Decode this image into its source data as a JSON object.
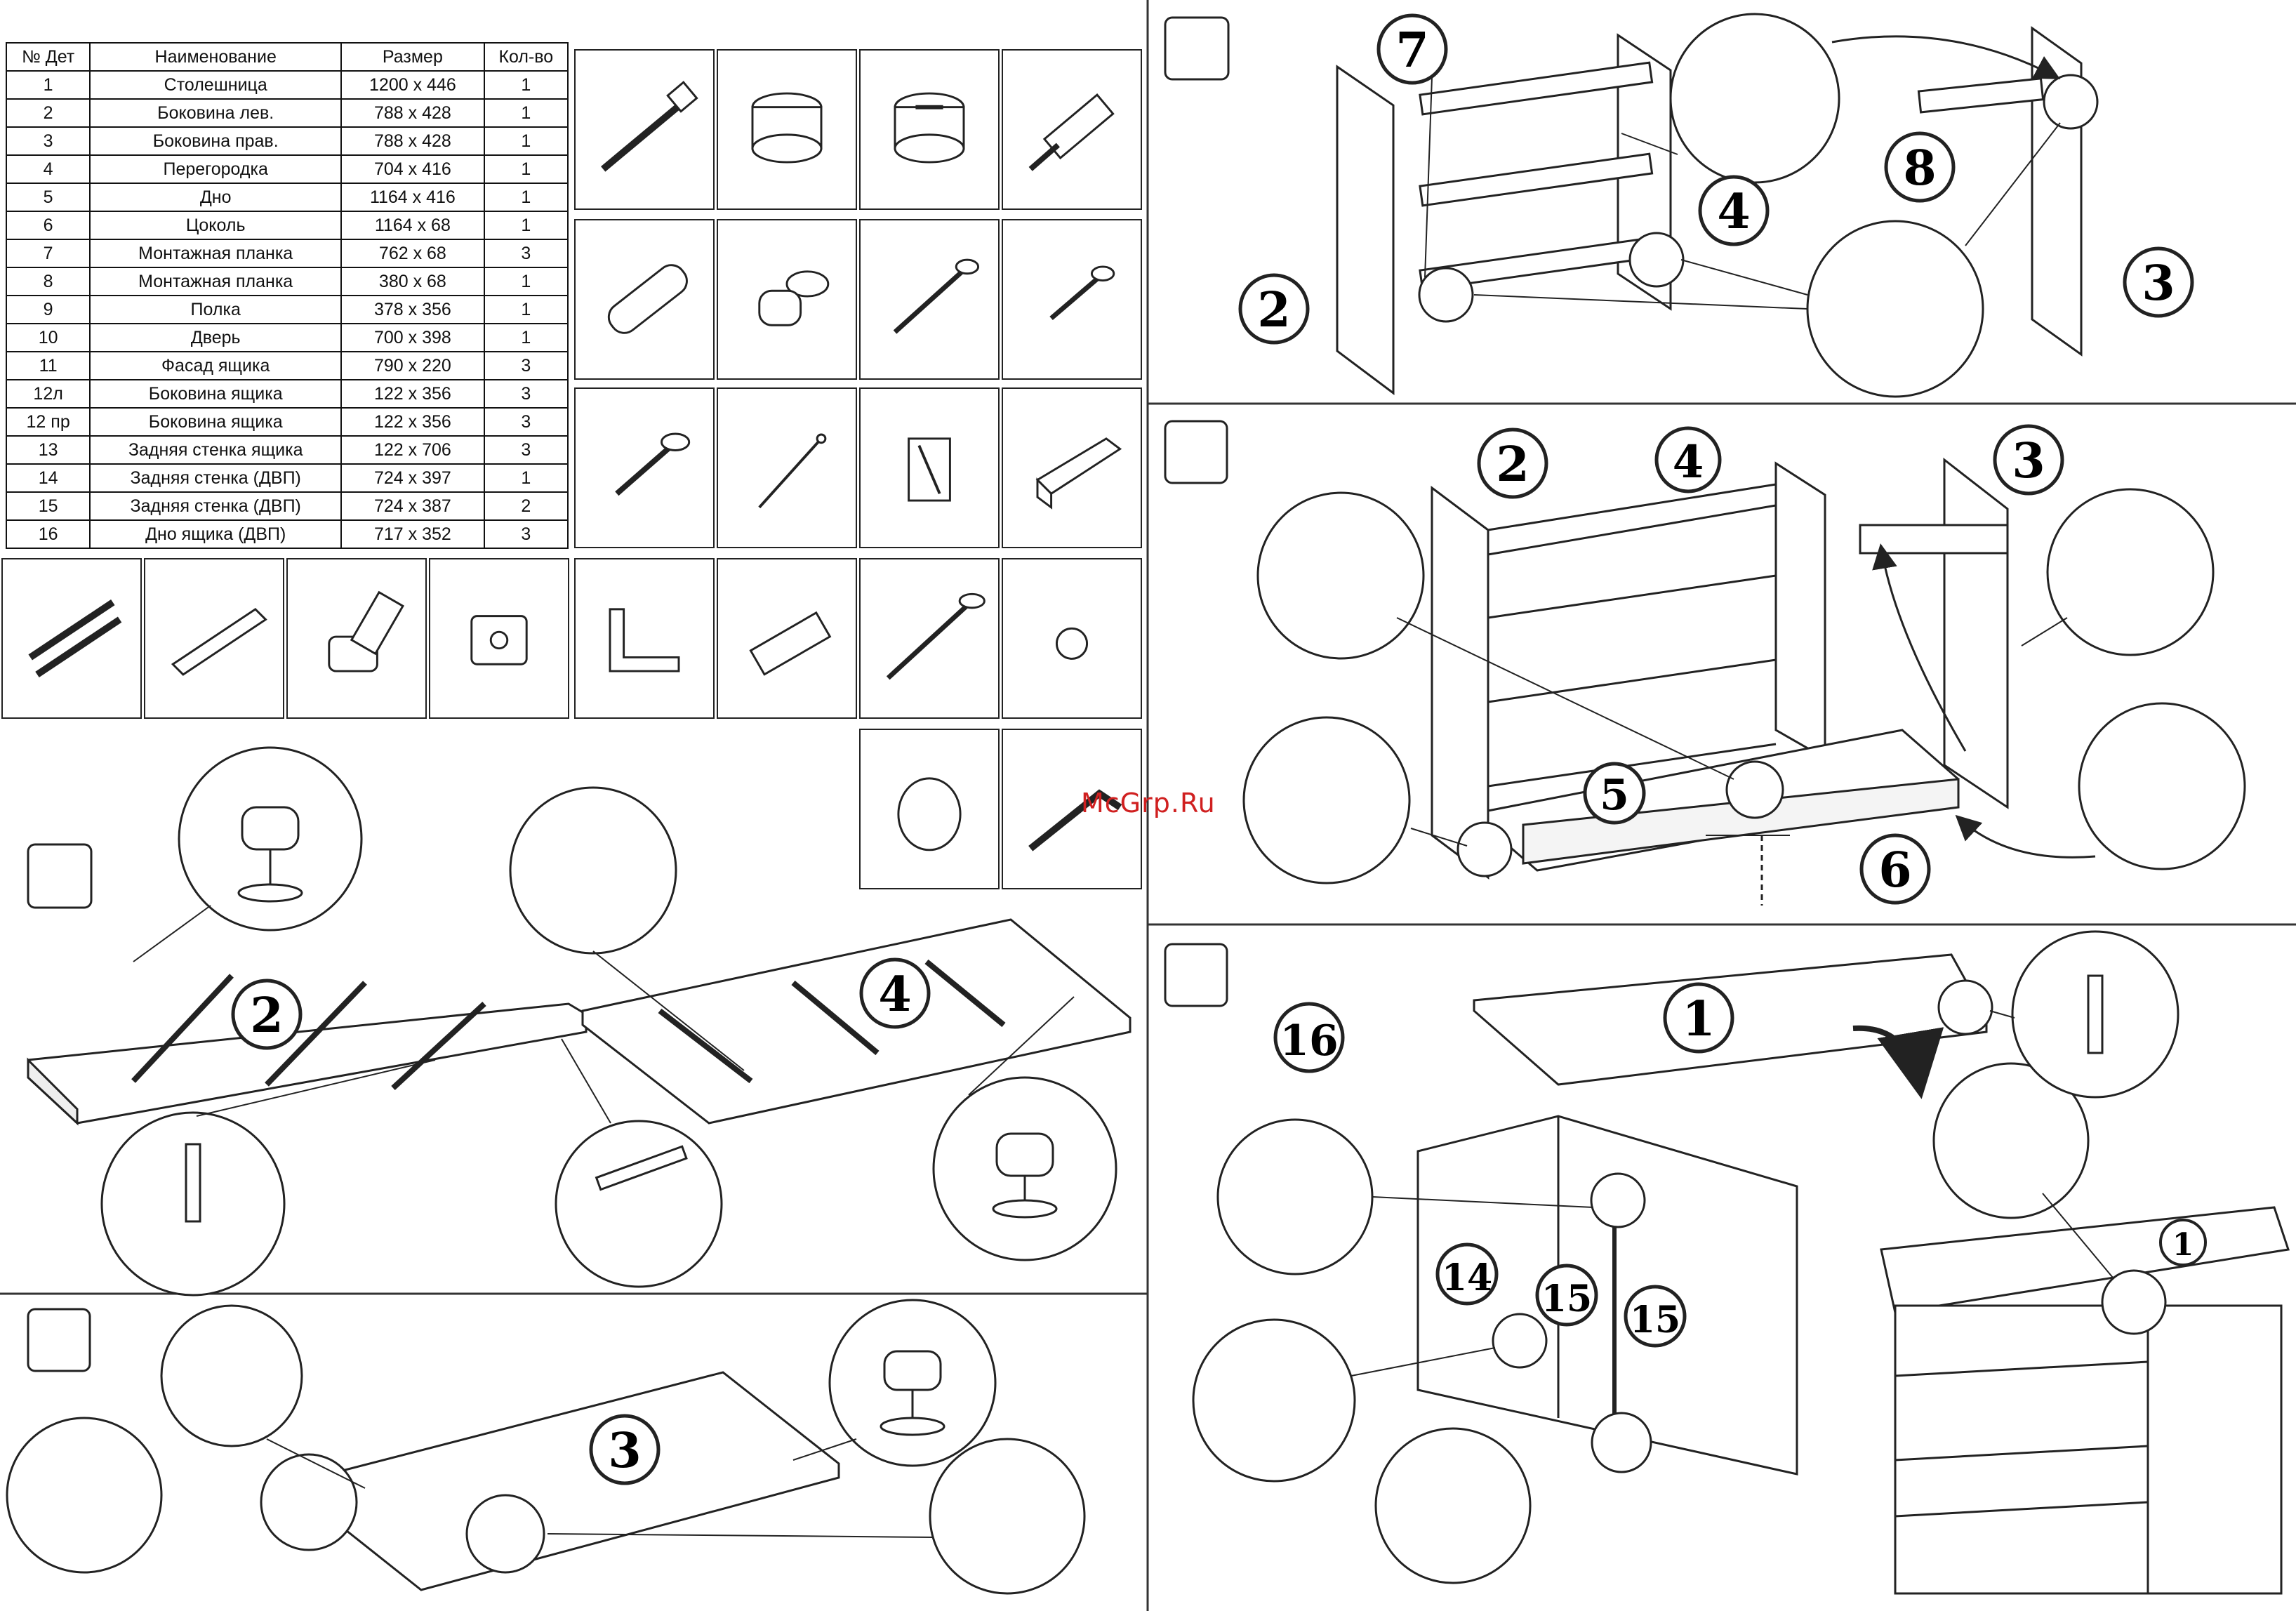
{
  "parts_table": {
    "headers": [
      "№ Дет",
      "Наименование",
      "Размер",
      "Кол-во"
    ],
    "rows": [
      [
        "1",
        "Столешница",
        "1200 x 446",
        "1"
      ],
      [
        "2",
        "Боковина лев.",
        "788 x 428",
        "1"
      ],
      [
        "3",
        "Боковина прав.",
        "788 x 428",
        "1"
      ],
      [
        "4",
        "Перегородка",
        "704 x 416",
        "1"
      ],
      [
        "5",
        "Дно",
        "1164 x 416",
        "1"
      ],
      [
        "6",
        "Цоколь",
        "1164 x 68",
        "1"
      ],
      [
        "7",
        "Монтажная планка",
        "762 x 68",
        "3"
      ],
      [
        "8",
        "Монтажная планка",
        "380 x 68",
        "1"
      ],
      [
        "9",
        "Полка",
        "378 x 356",
        "1"
      ],
      [
        "10",
        "Дверь",
        "700 x 398",
        "1"
      ],
      [
        "11",
        "Фасад ящика",
        "790 x 220",
        "3"
      ],
      [
        "12л",
        "Боковина ящика",
        "122 x 356",
        "3"
      ],
      [
        "12 пр",
        "Боковина ящика",
        "122 x 356",
        "3"
      ],
      [
        "13",
        "Задняя стенка ящика",
        "122 x 706",
        "3"
      ],
      [
        "14",
        "Задняя стенка (ДВП)",
        "724 x 397",
        "1"
      ],
      [
        "15",
        "Задняя стенка (ДВП)",
        "724 x 387",
        "2"
      ],
      [
        "16",
        "Дно ящика (ДВП)",
        "717 x 352",
        "3"
      ]
    ]
  },
  "hardware_icons": [
    "confirmat-screw-icon",
    "cam-lock-icon",
    "cam-lock-open-icon",
    "cam-bolt-icon",
    "wooden-dowel-icon",
    "shelf-support-icon",
    "wood-screw-long-icon",
    "wood-screw-short-icon",
    "short-screw-icon",
    "nail-icon",
    "back-panel-clip-icon",
    "drawer-guide-rail-icon",
    "drawer-runner-set-icon",
    "handle-profile-icon",
    "hinge-icon",
    "hinge-plate-icon",
    "corner-bracket-icon",
    "wall-plug-icon",
    "long-screw-icon",
    "cover-cap-icon",
    "knob-handle-icon",
    "hex-key-icon"
  ],
  "part_labels": {
    "step_a": [
      "2",
      "4"
    ],
    "step_b": [
      "3"
    ],
    "step_c": [
      "7",
      "4",
      "8",
      "2",
      "3"
    ],
    "step_d": [
      "2",
      "4",
      "3",
      "5",
      "6"
    ],
    "step_e": [
      "16",
      "1",
      "14",
      "15",
      "15",
      "1"
    ]
  },
  "watermark": "McGrp.Ru",
  "colors": {
    "line": "#222222",
    "watermark": "#d02020"
  }
}
